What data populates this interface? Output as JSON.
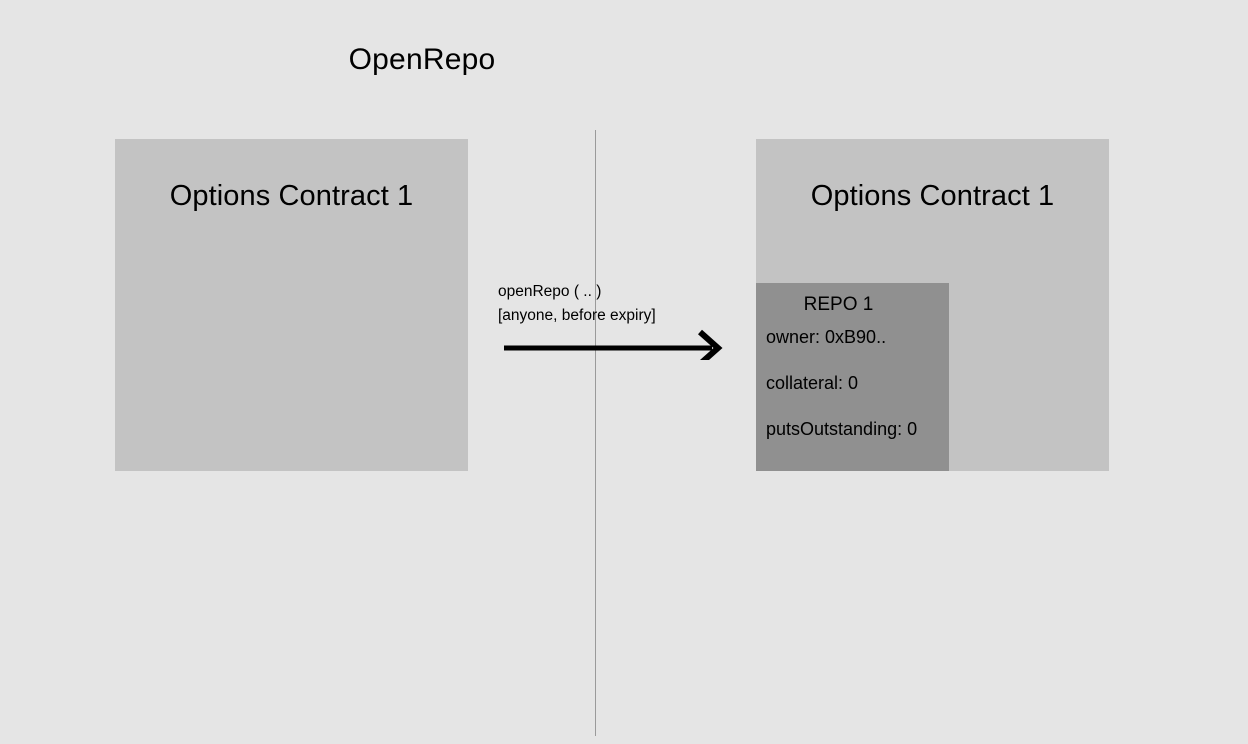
{
  "diagram": {
    "title": "OpenRepo",
    "background_color": "#e5e5e5",
    "box_color": "#c3c3c3",
    "struct_color": "#909090",
    "line_color": "#9a9a9a",
    "arrow_color": "#000000"
  },
  "left_state": {
    "contract_title": "Options Contract 1"
  },
  "transition": {
    "call": "openRepo ( .. )",
    "constraint": "[anyone, before expiry]",
    "arrow": "arrow-right-icon"
  },
  "right_state": {
    "contract_title": "Options Contract 1",
    "repo": {
      "title": "REPO 1",
      "fields": [
        "owner: 0xB90..",
        "collateral: 0",
        "putsOutstanding: 0"
      ]
    }
  }
}
